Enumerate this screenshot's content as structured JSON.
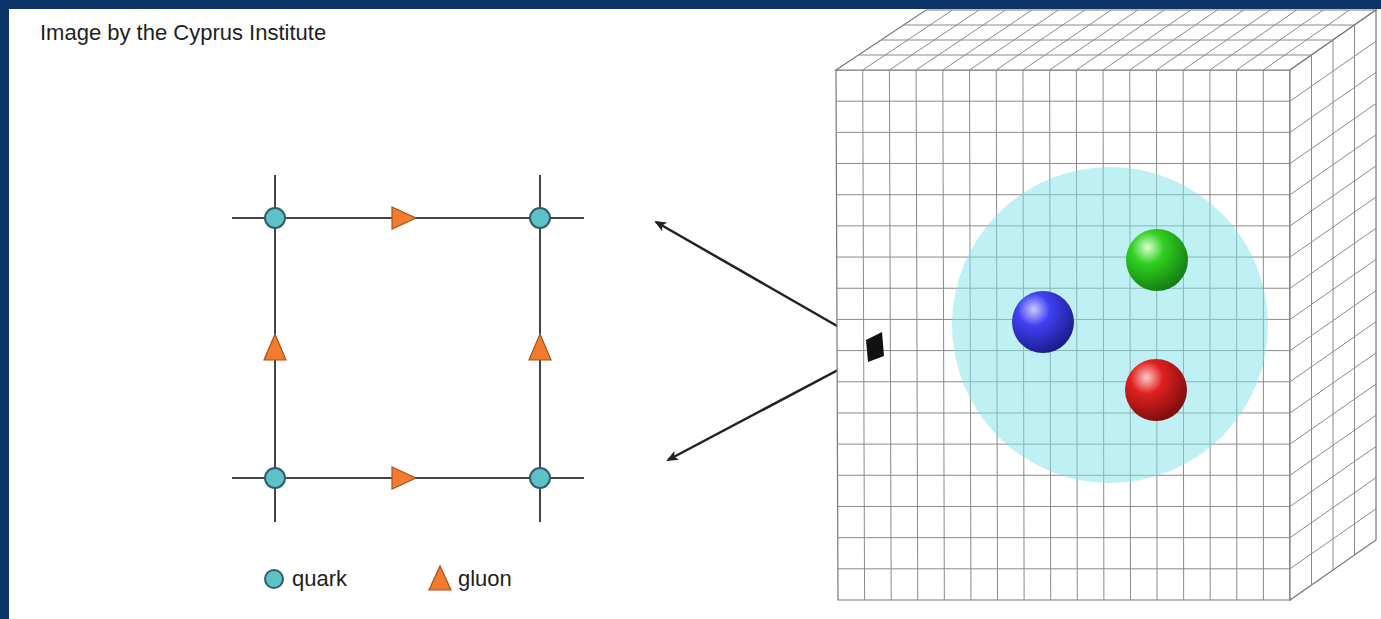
{
  "diagram": {
    "labels": [
      "Image by the Cyprus Institute"
    ],
    "legend": [
      {
        "text": "quark"
      },
      {
        "text": "gluon"
      }
    ]
  }
}
